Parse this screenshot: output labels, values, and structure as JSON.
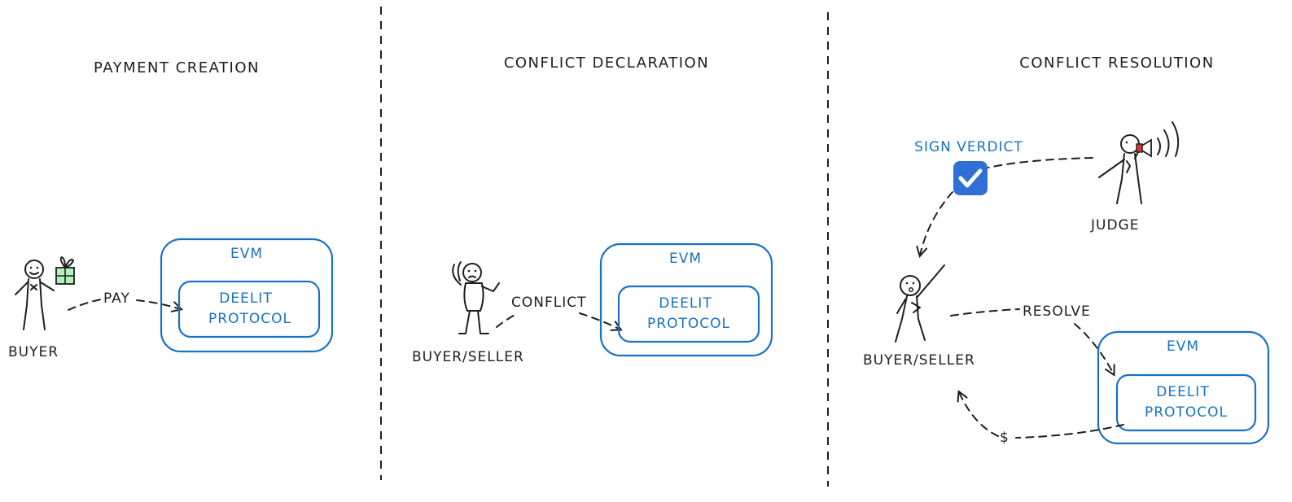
{
  "sections": [
    {
      "title": "PAYMENT CREATION",
      "actor": "BUYER",
      "action": "PAY",
      "container": "EVM",
      "protocol_line1": "DEELIT",
      "protocol_line2": "PROTOCOL"
    },
    {
      "title": "CONFLICT DECLARATION",
      "actor": "BUYER/SELLER",
      "action": "CONFLICT",
      "container": "EVM",
      "protocol_line1": "DEELIT",
      "protocol_line2": "PROTOCOL"
    },
    {
      "title": "CONFLICT RESOLUTION",
      "judge": "JUDGE",
      "verdict": "SIGN VERDICT",
      "actor": "BUYER/SELLER",
      "action": "RESOLVE",
      "payout": "$",
      "container": "EVM",
      "protocol_line1": "DEELIT",
      "protocol_line2": "PROTOCOL"
    }
  ],
  "colors": {
    "ink": "#1e1e1e",
    "accent": "#1971c2",
    "checkbox": "#2f6fd6",
    "gift": "#b2f2bb",
    "megaphone": "#e03131"
  }
}
